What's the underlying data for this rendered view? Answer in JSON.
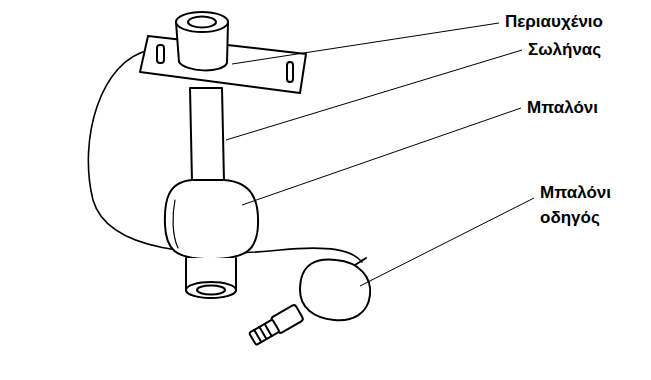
{
  "diagram": {
    "labels": [
      "Περιαυχένιο",
      "Σωλήνας",
      "Μπαλόνι",
      "Μπαλόνι οδηγός"
    ]
  }
}
